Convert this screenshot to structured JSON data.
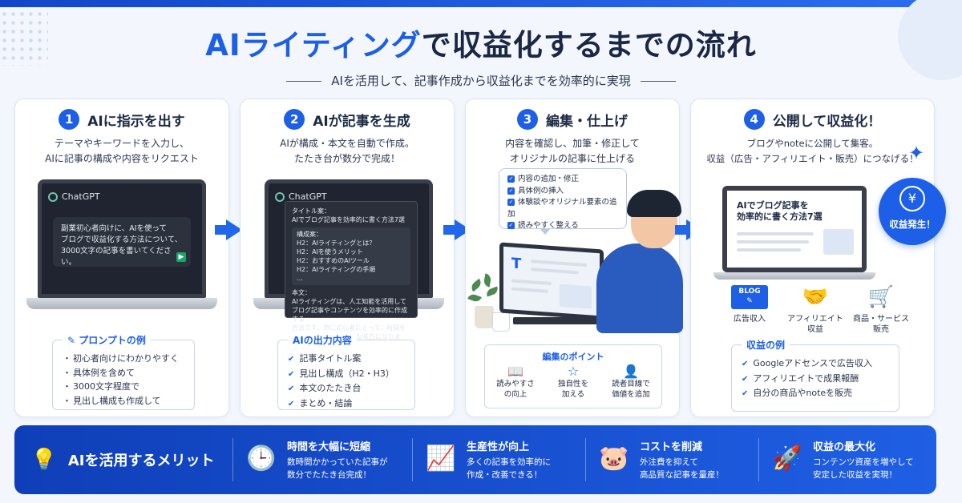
{
  "header": {
    "title_highlight": "AIライティング",
    "title_rest": "で収益化するまでの流れ",
    "subtitle": "AIを活用して、記事作成から収益化までを効率的に実現"
  },
  "steps": [
    {
      "num": "1",
      "title": "AIに指示を出す",
      "desc": [
        "テーマやキーワードを入力し、",
        "AIに記事の構成や内容をリクエスト"
      ],
      "app_name": "ChatGPT",
      "prompt": [
        "副業初心者向けに、AIを使って",
        "ブログで収益化する方法について、",
        "3000文字の記事を書いてください。"
      ],
      "box_title": "プロンプトの例",
      "box_items": [
        "初心者向けにわかりやすく",
        "具体例を含めて",
        "3000文字程度で",
        "見出し構成も作成して"
      ]
    },
    {
      "num": "2",
      "title": "AIが記事を生成",
      "desc": [
        "AIが構成・本文を自動で作成。",
        "たたき台が数分で完成！"
      ],
      "app_name": "ChatGPT",
      "output": {
        "title_label": "タイトル案：",
        "title_text": "AIでブログ記事を効率的に書く方法7選",
        "outline_label": "構成案：",
        "outline": [
          "H2：AIライティングとは？",
          "H2：AIを使うメリット",
          "H2：おすすめのAIツール",
          "H2：AIライティングの手順"
        ],
        "more": "…",
        "body_label": "本文：",
        "body": [
          "AIライティングは、人工知能を活用して",
          "ブログ記事やコンテンツを効率的に作成する",
          "方法です。特に初心者にとって、時間を",
          "大幅に節約できる強力な味方になります。"
        ]
      },
      "box_title": "AIの出力内容",
      "box_items": [
        "記事タイトル案",
        "見出し構成（H2・H3）",
        "本文のたたき台",
        "まとめ・結論"
      ]
    },
    {
      "num": "3",
      "title": "編集・仕上げ",
      "desc": [
        "内容を確認し、加筆・修正して",
        "オリジナルの記事に仕上げる"
      ],
      "bubble": [
        "内容の追加・修正",
        "具体例の挿入",
        "体験談やオリジナル要素の追加",
        "読みやすく整える"
      ],
      "points_title": "編集のポイント",
      "points": [
        {
          "icon": "book-icon",
          "label": [
            "読みやすさ",
            "の向上"
          ]
        },
        {
          "icon": "star-icon",
          "label": [
            "独自性を",
            "加える"
          ]
        },
        {
          "icon": "user-icon",
          "label": [
            "読者目線で",
            "価値を追加"
          ]
        }
      ]
    },
    {
      "num": "4",
      "title": "公開して収益化！",
      "desc": [
        "ブログやnoteに公開して集客。",
        "収益（広告・アフィリエイト・販売）につなげる！"
      ],
      "monitor_title": [
        "AIでブログ記事を",
        "効率的に書く方法7選"
      ],
      "coin_label": "収益発生！",
      "blog_tag": "BLOG",
      "revenue": [
        {
          "icon": "blog-icon",
          "label": [
            "広告収入"
          ]
        },
        {
          "icon": "handshake-icon",
          "label": [
            "アフィリエイト",
            "収益"
          ]
        },
        {
          "icon": "cart-icon",
          "label": [
            "商品・サービス",
            "販売"
          ]
        }
      ],
      "box_title": "収益の例",
      "box_items": [
        "Googleアドセンスで広告収入",
        "アフィリエイトで成果報酬",
        "自分の商品やnoteを販売"
      ]
    }
  ],
  "merits": {
    "title": "AIを活用するメリット",
    "items": [
      {
        "icon": "clock-icon",
        "head": "時間を大幅に短縮",
        "desc": [
          "数時間かかっていた記事が",
          "数分でたたき台完成！"
        ]
      },
      {
        "icon": "chart-up-icon",
        "head": "生産性が向上",
        "desc": [
          "多くの記事を効率的に",
          "作成・改善できる！"
        ]
      },
      {
        "icon": "piggy-bank-icon",
        "head": "コストを削減",
        "desc": [
          "外注費を抑えて",
          "高品質な記事を量産！"
        ]
      },
      {
        "icon": "growth-icon",
        "head": "収益の最大化",
        "desc": [
          "コンテンツ資産を増やして",
          "安定した収益を実現！"
        ]
      }
    ]
  },
  "colors": {
    "accent": "#1d5fe6",
    "dark": "#1c2a44"
  }
}
